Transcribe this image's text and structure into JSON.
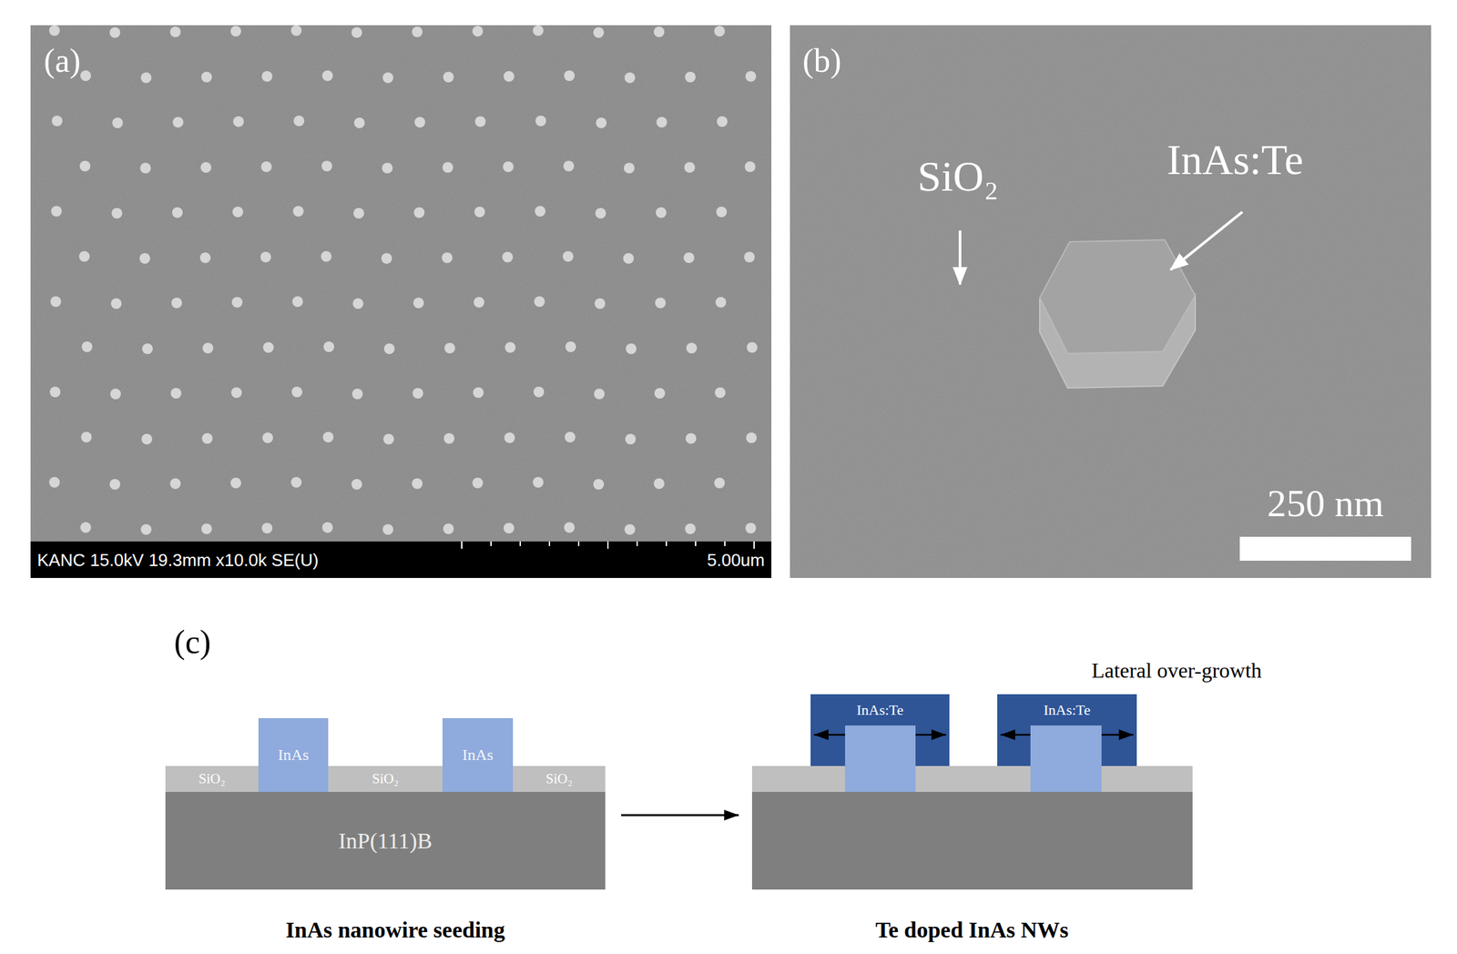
{
  "diagram": {
    "nodes": [
      {
        "text": [
          "InAs"
        ]
      },
      {
        "text": [
          "InAs"
        ]
      },
      {
        "text": [
          "SiO₂"
        ]
      },
      {
        "text": [
          "SiO₂"
        ]
      },
      {
        "text": [
          "SiO₂"
        ]
      },
      {
        "text": [
          "InP(111)B"
        ]
      },
      {
        "text": [
          "InAs:Te"
        ]
      },
      {
        "text": [
          "InAs:Te"
        ]
      }
    ],
    "labels": [
      "(a)",
      "KANC 15.0kV 19.3mm x10.0k SE(U)",
      "5.00um",
      "(b)",
      "SiO₂",
      "InAs:Te",
      "250 nm",
      "(c)",
      "Lateral over-growth",
      "InAs nanowire seeding",
      "Te doped InAs NWs"
    ]
  }
}
